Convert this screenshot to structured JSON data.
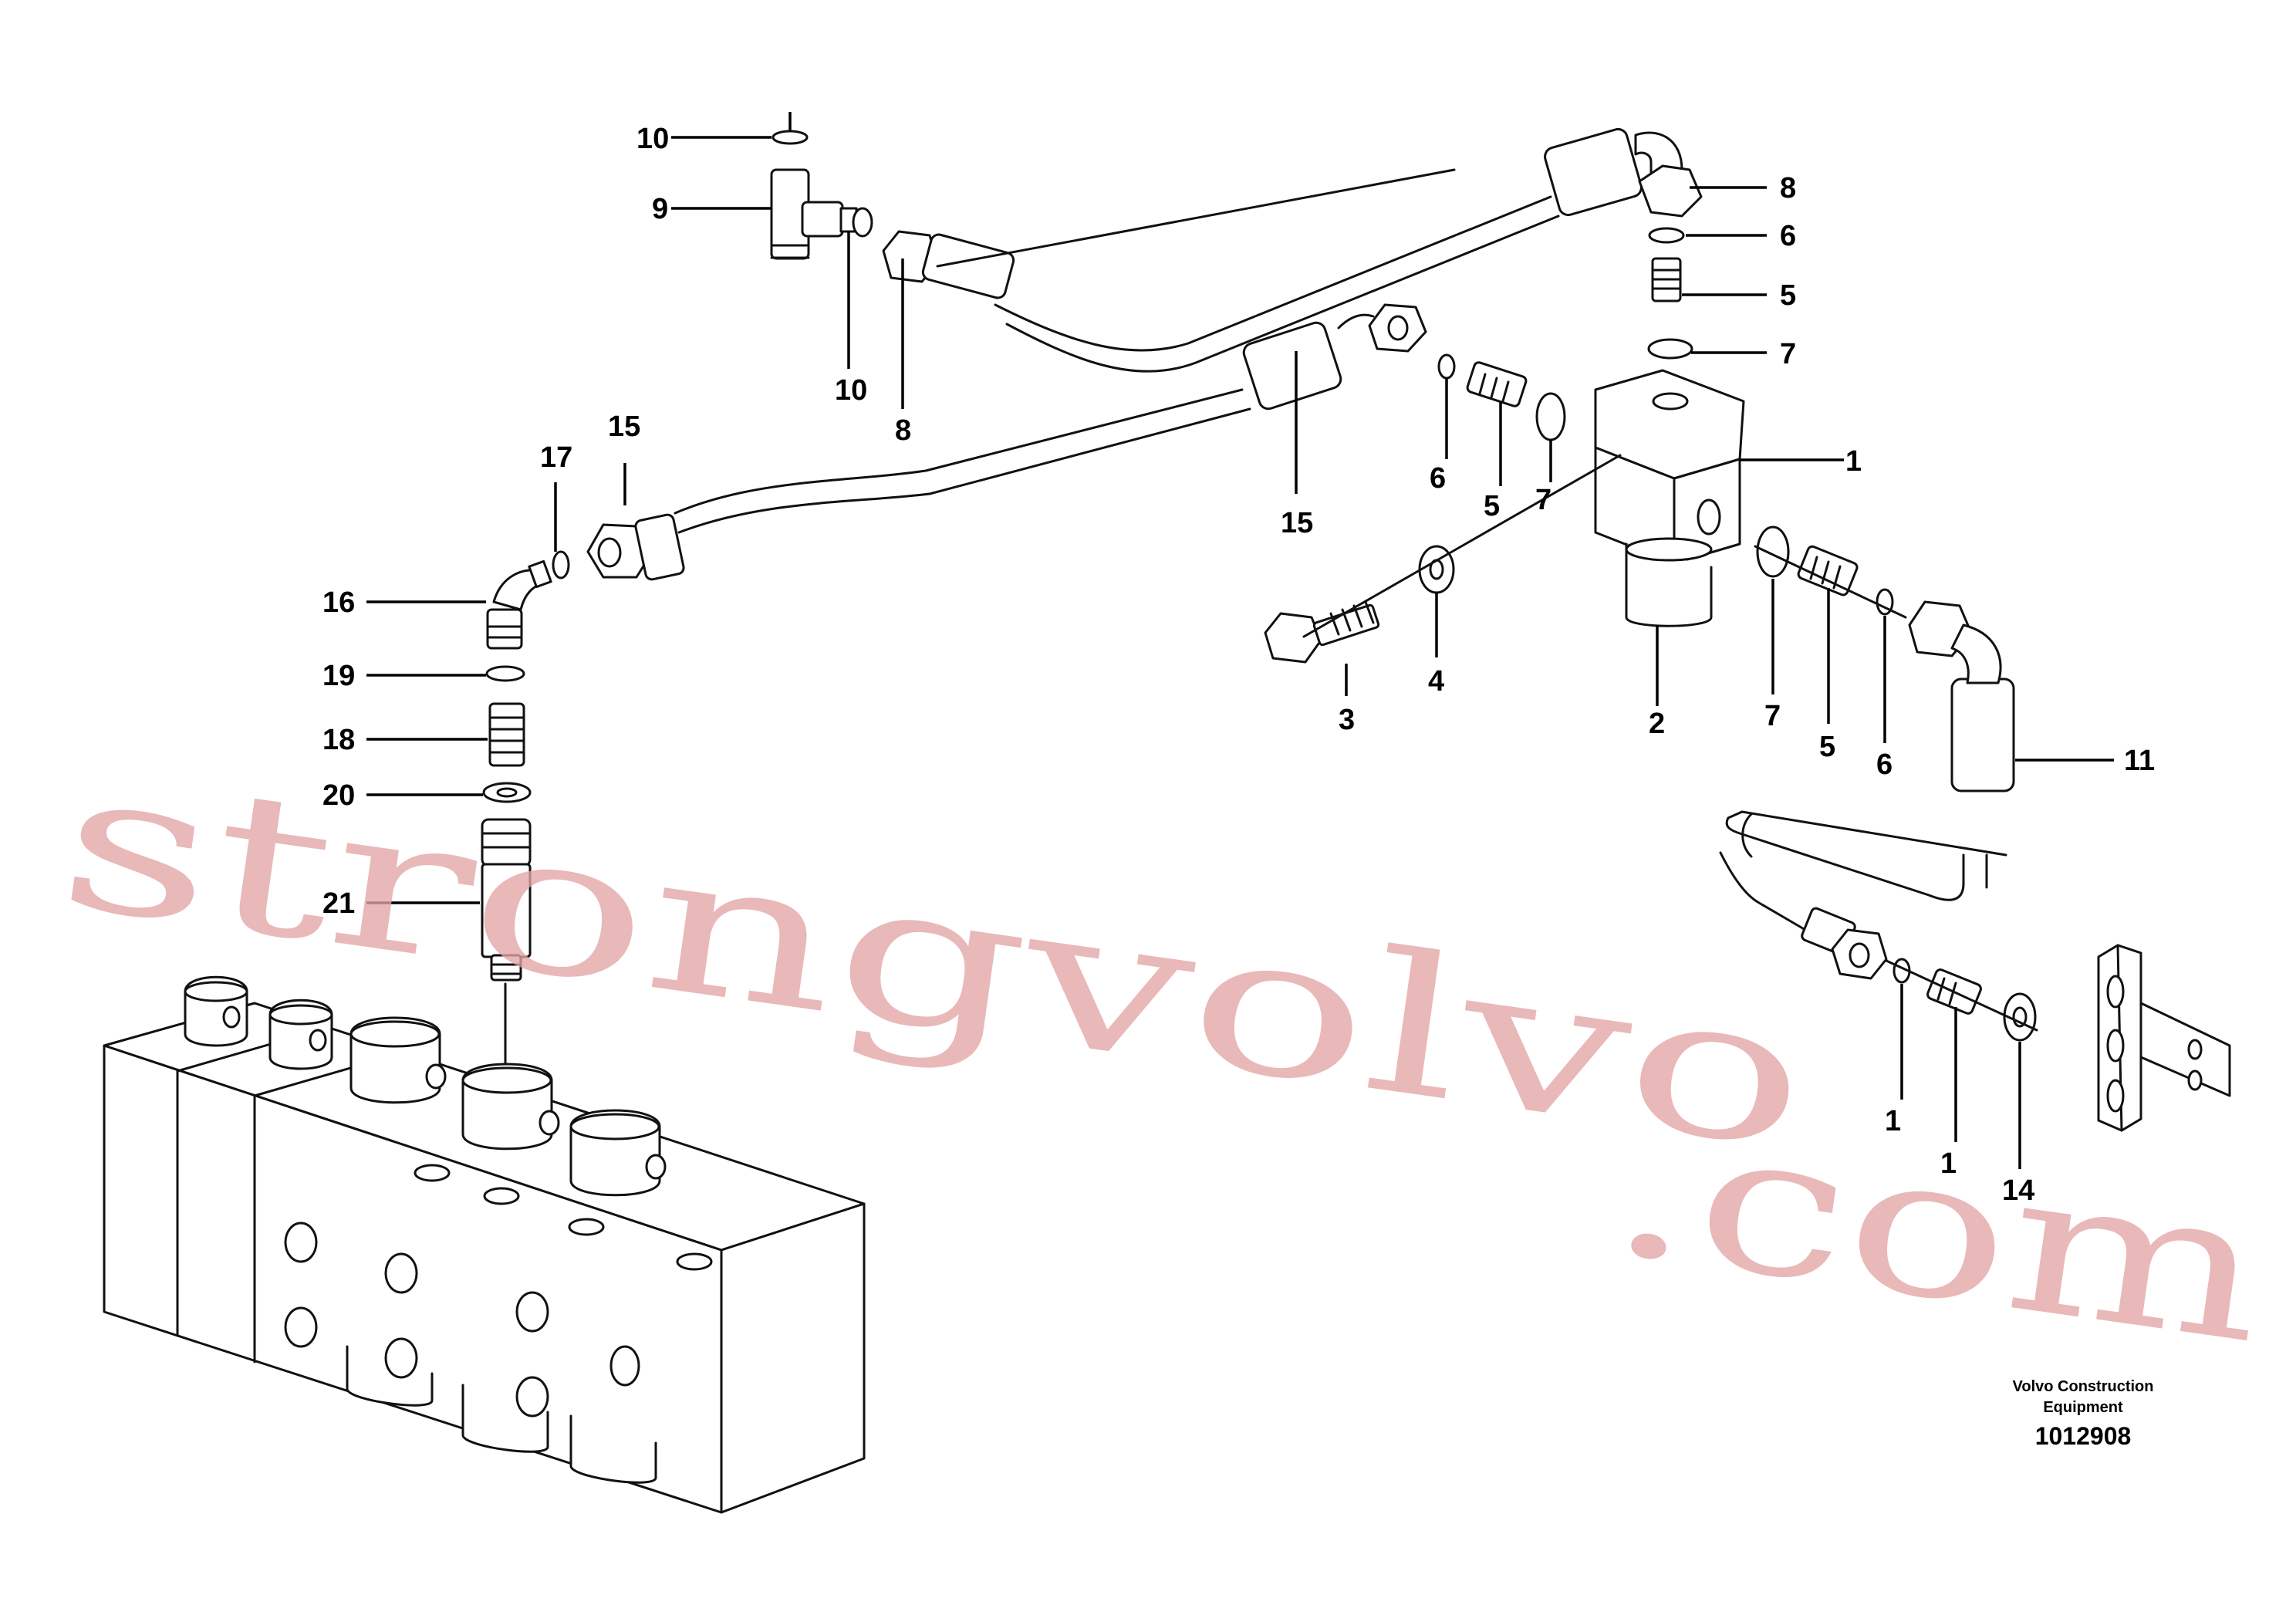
{
  "callouts": {
    "c10a": "10",
    "c9": "9",
    "c10b": "10",
    "c8a": "8",
    "c8b": "8",
    "c6a": "6",
    "c5a": "5",
    "c7a": "7",
    "c1a": "1",
    "c15a": "15",
    "c6b": "6",
    "c5b": "5",
    "c7b": "7",
    "c15b": "15",
    "c17": "17",
    "c16": "16",
    "c19": "19",
    "c18": "18",
    "c20": "20",
    "c21": "21",
    "c3": "3",
    "c4": "4",
    "c2": "2",
    "c7c": "7",
    "c5c": "5",
    "c6c": "6",
    "c11": "11",
    "c1b": "1",
    "c1c": "1",
    "c14": "14"
  },
  "credit": {
    "line1": "Volvo Construction",
    "line2": "Equipment",
    "doc_number": "1012908"
  },
  "watermark": {
    "line1": "strongvolvo",
    "line2": ".com"
  }
}
